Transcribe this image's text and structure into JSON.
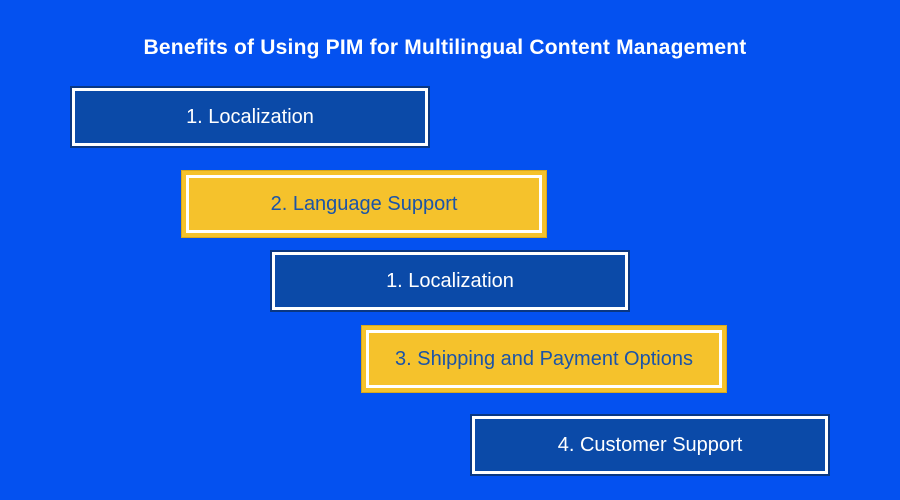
{
  "title": "Benefits of Using PIM for Multilingual Content Management",
  "items": [
    {
      "label": "1. Localization",
      "variant": "blue"
    },
    {
      "label": "2. Language Support",
      "variant": "yellow"
    },
    {
      "label": "1. Localization",
      "variant": "blue"
    },
    {
      "label": "3. Shipping and Payment Options",
      "variant": "yellow"
    },
    {
      "label": "4. Customer Support",
      "variant": "blue"
    }
  ],
  "colors": {
    "background": "#0451F0",
    "box_blue": "#0B4AA8",
    "box_yellow": "#F5C22C",
    "text_on_blue": "#FFFFFF",
    "text_on_yellow": "#1B54A8",
    "title_text": "#FFFFFF",
    "border": "#FFFFFF",
    "outline_blue": "#0A3782",
    "outline_gold": "#D9A81C"
  }
}
